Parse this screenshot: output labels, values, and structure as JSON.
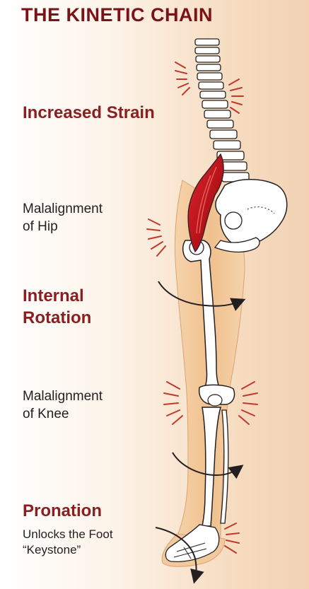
{
  "title": "THE KINETIC CHAIN",
  "labels": {
    "strain": "Increased Strain",
    "hip_line1": "Malalignment",
    "hip_line2": "of Hip",
    "rotation_line1": "Internal",
    "rotation_line2": "Rotation",
    "knee_line1": "Malalignment",
    "knee_line2": "of Knee",
    "pronation": "Pronation",
    "foot_line1": "Unlocks the Foot",
    "foot_line2": "“Keystone”"
  },
  "colors": {
    "title": "#7a1318",
    "heading": "#8a1f22",
    "body_text": "#231f20",
    "skin": "#f2c797",
    "muscle": "#c8151b",
    "strain_lines": "#c0392b"
  }
}
